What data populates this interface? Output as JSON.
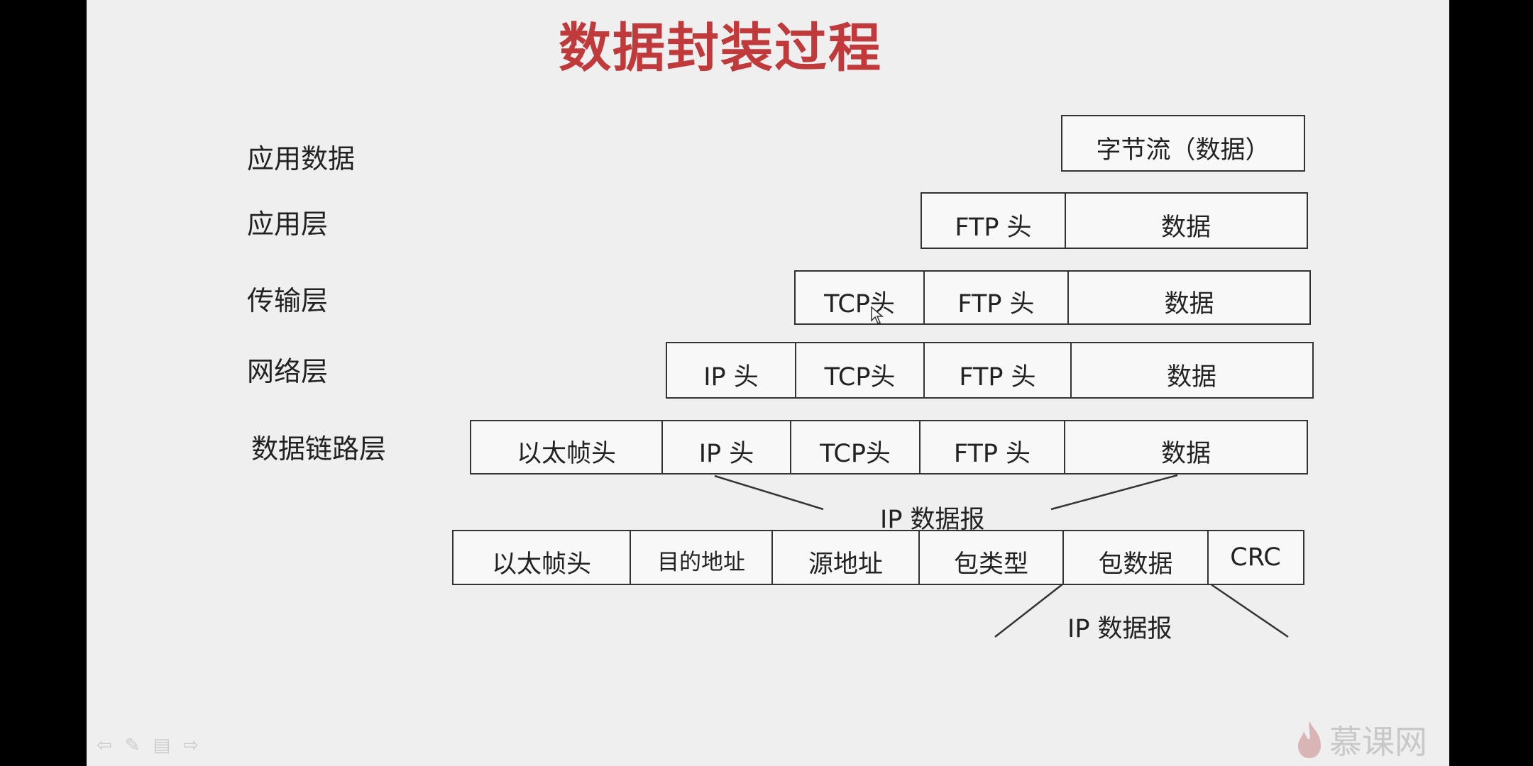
{
  "title": "数据封装过程",
  "layers": [
    {
      "label": "应用数据",
      "cells": [
        "字节流（数据）"
      ]
    },
    {
      "label": "应用层",
      "cells": [
        "FTP 头",
        "数据"
      ]
    },
    {
      "label": "传输层",
      "cells": [
        "TCP头",
        "FTP 头",
        "数据"
      ]
    },
    {
      "label": "网络层",
      "cells": [
        "IP 头",
        "TCP头",
        "FTP 头",
        "数据"
      ]
    },
    {
      "label": "数据链路层",
      "cells": [
        "以太帧头",
        "IP 头",
        "TCP头",
        "FTP 头",
        "数据"
      ]
    }
  ],
  "frame": {
    "caption_top": "IP 数据报",
    "cells": [
      "以太帧头",
      "目的地址",
      "源地址",
      "包类型",
      "包数据",
      "CRC"
    ],
    "caption_bottom": "IP 数据报"
  },
  "logo": {
    "text": "慕课网",
    "icon": "flame-icon"
  },
  "nav_icons": [
    "prev-arrow-icon",
    "pen-icon",
    "menu-icon",
    "next-arrow-icon"
  ]
}
